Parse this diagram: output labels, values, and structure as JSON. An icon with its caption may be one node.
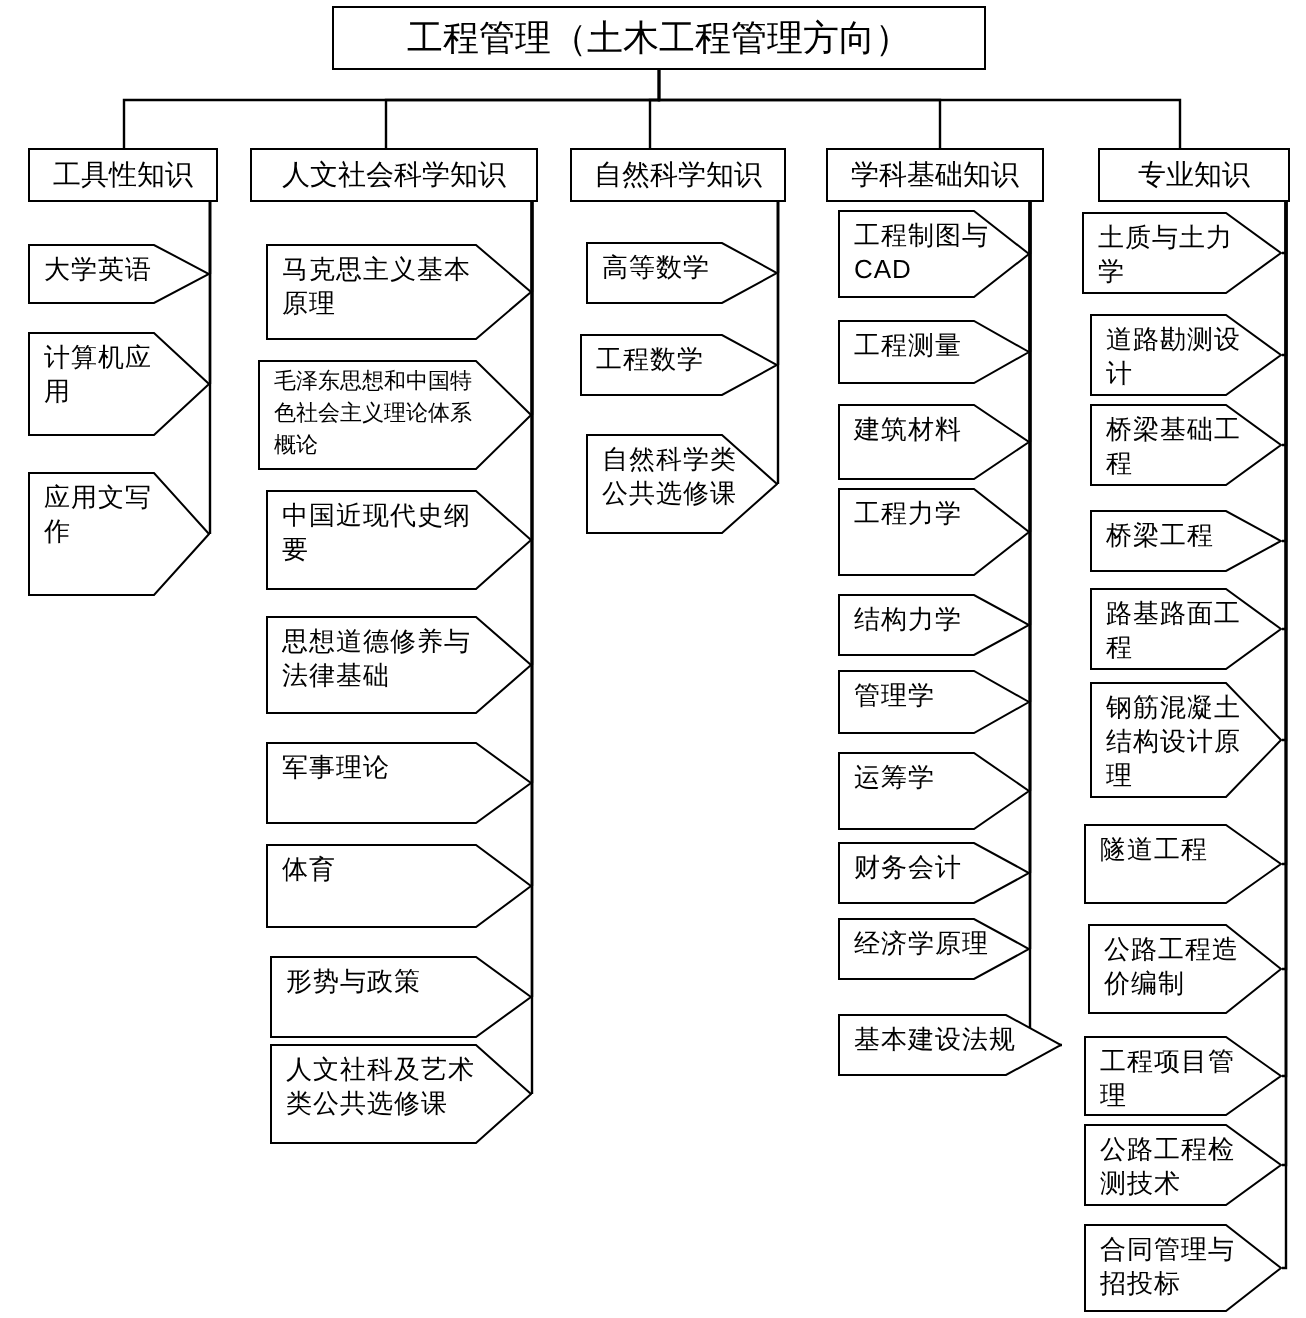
{
  "diagram": {
    "nodes": [
      {
        "text": [
          "工程管理（土木工程管理方向）"
        ]
      },
      {
        "text": [
          "工具性知识"
        ]
      },
      {
        "text": [
          "人文社会科学知识"
        ]
      },
      {
        "text": [
          "自然科学知识"
        ]
      },
      {
        "text": [
          "学科基础知识"
        ]
      },
      {
        "text": [
          "专业知识"
        ]
      },
      {
        "text": [
          "大学英语"
        ]
      },
      {
        "text": [
          "计算机应用"
        ]
      },
      {
        "text": [
          "应用文写作"
        ]
      },
      {
        "text": [
          "马克思主义基本原理"
        ]
      },
      {
        "text": [
          "毛泽东思想和中国特色社会主义理论体系概论"
        ]
      },
      {
        "text": [
          "中国近现代史纲要"
        ]
      },
      {
        "text": [
          "思想道德修养与法律基础"
        ]
      },
      {
        "text": [
          "军事理论"
        ]
      },
      {
        "text": [
          "体育"
        ]
      },
      {
        "text": [
          "形势与政策"
        ]
      },
      {
        "text": [
          "人文社科及艺术类公共选修课"
        ]
      },
      {
        "text": [
          "高等数学"
        ]
      },
      {
        "text": [
          "工程数学"
        ]
      },
      {
        "text": [
          "自然科学类公共选修课"
        ]
      },
      {
        "text": [
          "工程制图与CAD"
        ]
      },
      {
        "text": [
          "工程测量"
        ]
      },
      {
        "text": [
          "建筑材料"
        ]
      },
      {
        "text": [
          "工程力学"
        ]
      },
      {
        "text": [
          "结构力学"
        ]
      },
      {
        "text": [
          "管理学"
        ]
      },
      {
        "text": [
          "运筹学"
        ]
      },
      {
        "text": [
          "财务会计"
        ]
      },
      {
        "text": [
          "经济学原理"
        ]
      },
      {
        "text": [
          "基本建设法规"
        ]
      },
      {
        "text": [
          "土质与土力学"
        ]
      },
      {
        "text": [
          "道路勘测设计"
        ]
      },
      {
        "text": [
          "桥梁基础工程"
        ]
      },
      {
        "text": [
          "桥梁工程"
        ]
      },
      {
        "text": [
          "路基路面工程"
        ]
      },
      {
        "text": [
          "钢筋混凝土结构设计原理"
        ]
      },
      {
        "text": [
          "隧道工程"
        ]
      },
      {
        "text": [
          "公路工程造价编制"
        ]
      },
      {
        "text": [
          "工程项目管理"
        ]
      },
      {
        "text": [
          "公路工程检测技术"
        ]
      },
      {
        "text": [
          "合同管理与招投标"
        ]
      }
    ],
    "edges": [
      {
        "from": 0,
        "to": 1,
        "arrow": "none"
      },
      {
        "from": 0,
        "to": 2,
        "arrow": "none"
      },
      {
        "from": 0,
        "to": 3,
        "arrow": "none"
      },
      {
        "from": 0,
        "to": 4,
        "arrow": "none"
      },
      {
        "from": 0,
        "to": 5,
        "arrow": "none"
      },
      {
        "from": 1,
        "to": 6,
        "arrow": "none"
      },
      {
        "from": 1,
        "to": 7,
        "arrow": "none"
      },
      {
        "from": 1,
        "to": 8,
        "arrow": "none"
      },
      {
        "from": 2,
        "to": 9,
        "arrow": "none"
      },
      {
        "from": 2,
        "to": 10,
        "arrow": "none"
      },
      {
        "from": 2,
        "to": 11,
        "arrow": "none"
      },
      {
        "from": 2,
        "to": 12,
        "arrow": "none"
      },
      {
        "from": 2,
        "to": 13,
        "arrow": "none"
      },
      {
        "from": 2,
        "to": 14,
        "arrow": "none"
      },
      {
        "from": 2,
        "to": 15,
        "arrow": "none"
      },
      {
        "from": 2,
        "to": 16,
        "arrow": "none"
      },
      {
        "from": 3,
        "to": 17,
        "arrow": "none"
      },
      {
        "from": 3,
        "to": 18,
        "arrow": "none"
      },
      {
        "from": 3,
        "to": 19,
        "arrow": "none"
      },
      {
        "from": 4,
        "to": 20,
        "arrow": "none"
      },
      {
        "from": 4,
        "to": 21,
        "arrow": "none"
      },
      {
        "from": 4,
        "to": 22,
        "arrow": "none"
      },
      {
        "from": 4,
        "to": 23,
        "arrow": "none"
      },
      {
        "from": 4,
        "to": 24,
        "arrow": "none"
      },
      {
        "from": 4,
        "to": 25,
        "arrow": "none"
      },
      {
        "from": 4,
        "to": 26,
        "arrow": "none"
      },
      {
        "from": 4,
        "to": 27,
        "arrow": "none"
      },
      {
        "from": 4,
        "to": 28,
        "arrow": "none"
      },
      {
        "from": 4,
        "to": 29,
        "arrow": "none"
      },
      {
        "from": 5,
        "to": 30,
        "arrow": "none"
      },
      {
        "from": 5,
        "to": 31,
        "arrow": "none"
      },
      {
        "from": 5,
        "to": 32,
        "arrow": "none"
      },
      {
        "from": 5,
        "to": 33,
        "arrow": "none"
      },
      {
        "from": 5,
        "to": 34,
        "arrow": "none"
      },
      {
        "from": 5,
        "to": 35,
        "arrow": "none"
      },
      {
        "from": 5,
        "to": 36,
        "arrow": "none"
      },
      {
        "from": 5,
        "to": 37,
        "arrow": "none"
      },
      {
        "from": 5,
        "to": 38,
        "arrow": "none"
      },
      {
        "from": 5,
        "to": 39,
        "arrow": "none"
      },
      {
        "from": 5,
        "to": 40,
        "arrow": "none"
      }
    ]
  }
}
